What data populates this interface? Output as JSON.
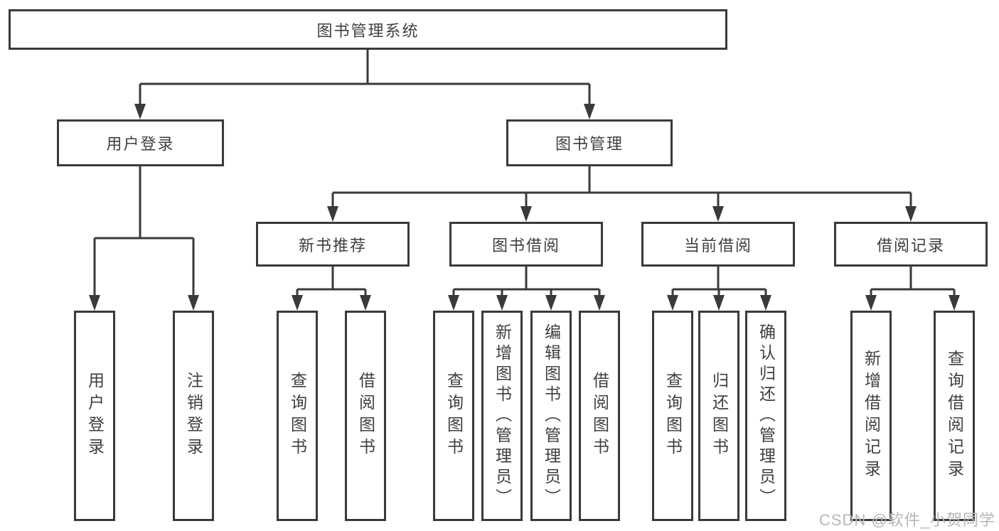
{
  "diagram": {
    "type": "tree-structure-diagram",
    "colors": {
      "background": "#ffffff",
      "line": "#3a3a3a",
      "box_border": "#3a3a3a",
      "box_fill": "#ffffff",
      "text": "#3f3f3f",
      "watermark_text": "#b6b6ba"
    },
    "tree": {
      "label": "图书管理系统",
      "children": [
        {
          "label": "用户登录",
          "children": [
            {
              "label": "用户登录"
            },
            {
              "label": "注销登录"
            }
          ]
        },
        {
          "label": "图书管理",
          "children": [
            {
              "label": "新书推荐",
              "children": [
                {
                  "label": "查询图书"
                },
                {
                  "label": "借阅图书"
                }
              ]
            },
            {
              "label": "图书借阅",
              "children": [
                {
                  "label": "查询图书"
                },
                {
                  "label": "新增图书（管理员）"
                },
                {
                  "label": "编辑图书（管理员）"
                },
                {
                  "label": "借阅图书"
                }
              ]
            },
            {
              "label": "当前借阅",
              "children": [
                {
                  "label": "查询图书"
                },
                {
                  "label": "归还图书"
                },
                {
                  "label": "确认归还（管理员）"
                }
              ]
            },
            {
              "label": "借阅记录",
              "children": [
                {
                  "label": "新增借阅记录"
                },
                {
                  "label": "查询借阅记录"
                }
              ]
            }
          ]
        }
      ]
    },
    "watermark": {
      "text": "CSDN @软件_小贺同学"
    }
  }
}
